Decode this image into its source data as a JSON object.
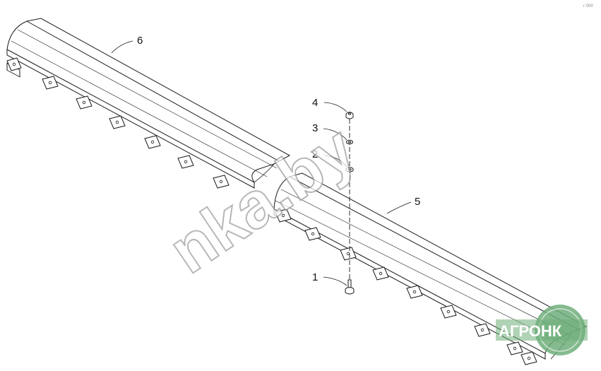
{
  "callouts": {
    "part_1": "1",
    "part_2": "2",
    "part_3": "3",
    "part_4": "4",
    "part_5": "5",
    "part_6": "6"
  },
  "watermark": "nka.by",
  "logo": "АГРОНК",
  "corner_note": "r 000",
  "colors": {
    "line": "#1a1a1a",
    "watermark_stroke": "#9a9a9a",
    "logo_green": "#6fae7a"
  }
}
